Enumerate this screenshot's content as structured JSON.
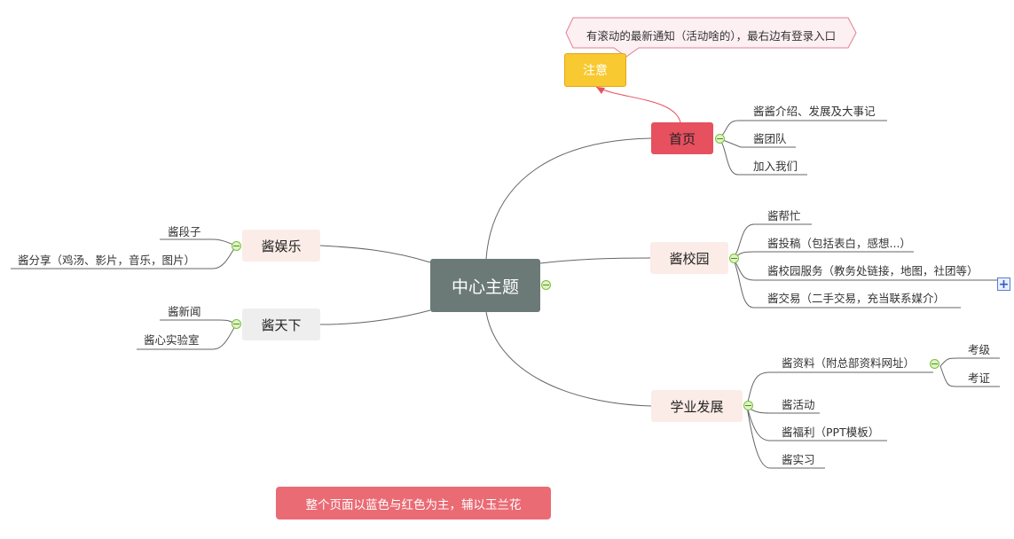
{
  "center": "中心主题",
  "callout": "有滚动的最新通知（活动啥的），最右边有登录入口",
  "notice": "注意",
  "home": {
    "label": "首页",
    "children": [
      "酱酱介绍、发展及大事记",
      "酱团队",
      "加入我们"
    ]
  },
  "campus": {
    "label": "酱校园",
    "children": [
      "酱帮忙",
      "酱投稿（包括表白，感想...）",
      "酱校园服务（教务处链接，地图，社团等）",
      "酱交易（二手交易，充当联系媒介）"
    ]
  },
  "study": {
    "label": "学业发展",
    "resource": "酱资料（附总部资料网址）",
    "resource_children": [
      "考级",
      "考证"
    ],
    "children": [
      "酱活动",
      "酱福利（PPT模板）",
      "酱实习"
    ]
  },
  "ent": {
    "label": "酱娱乐",
    "children": [
      "酱段子",
      "酱分享（鸡汤、影片，音乐，图片）"
    ]
  },
  "world": {
    "label": "酱天下",
    "children": [
      "酱新闻",
      "酱心实验室"
    ]
  },
  "banner": "整个页面以蓝色与红色为主，辅以玉兰花",
  "colors": {
    "center": "#6b7a77",
    "home": "#e6505f",
    "notice": "#f8c930",
    "banner": "#ea6b74",
    "light_node": "#fbece7",
    "world_node": "#eeeeee"
  },
  "icons": [
    "collapse-icon",
    "expand-plus-icon"
  ]
}
